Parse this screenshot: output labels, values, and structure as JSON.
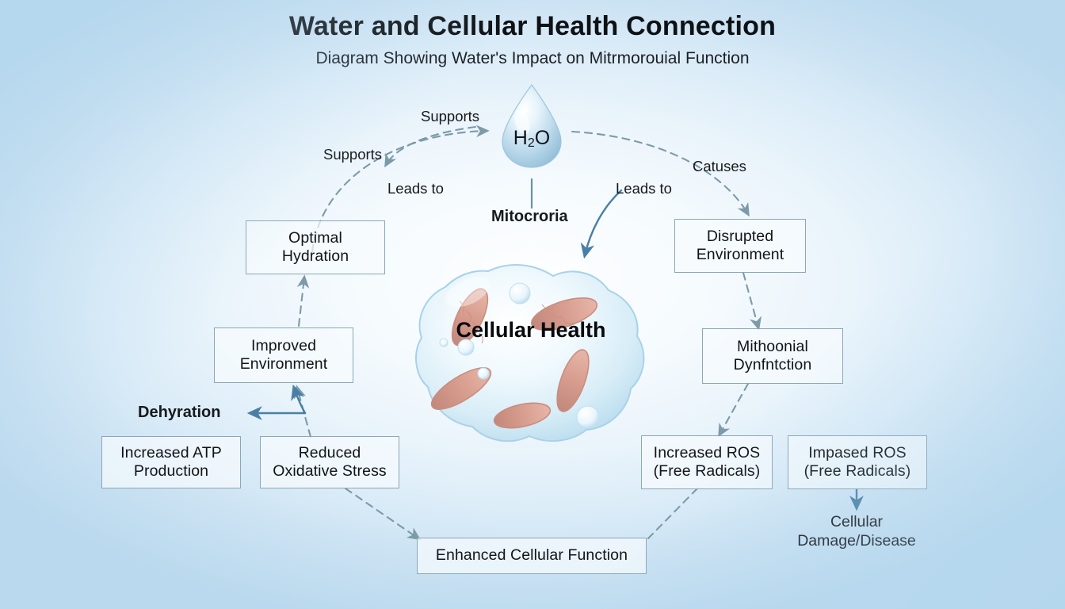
{
  "header": {
    "title": "Water and Cellular Health Connection",
    "subtitle": "Diagram Showing Water's Impact on Mitrmorouial Function"
  },
  "center": {
    "drop_label_pre": "H",
    "drop_label_sub": "2",
    "drop_label_post": "O",
    "drop_icon": "water-drop-icon",
    "cell_icon": "cell-with-mitochondria-icon",
    "cell_label": "Cellular\nHealth",
    "mitochondria_label": "Mitocroria"
  },
  "edge_labels": {
    "supports_outer": "Supports",
    "supports_inner": "Supports",
    "leads_to_left": "Leads to",
    "leads_to_right": "Leads to",
    "causes": "Catuses",
    "dehydration": "Dehyration"
  },
  "nodes": {
    "optimal_hydration": "Optimal\nHydration",
    "improved_environment": "Improved\nEnvironment",
    "increased_atp": "Increased ATP\nProduction",
    "reduced_oxidative_stress": "Reduced\nOxidative Stress",
    "enhanced_cellular_function": "Enhanced Cellular Function",
    "disrupted_environment": "Disrupted\nEnvironment",
    "mitochondrial_dysfunction": "Mithoonial\nDynfntction",
    "increased_ros": "Increased ROS\n(Free Radicals)",
    "impaired_ros": "Impased ROS\n(Free Radicals)"
  },
  "outcome": {
    "cellular_damage": "Cellular\nDamage/Disease"
  },
  "colors": {
    "background_edge": "#bcdcef",
    "background_center": "#fdfeff",
    "node_border": "#8aa7b8",
    "node_fill": "#f7fbfe",
    "dashed_arrow": "#7d9aa8",
    "solid_arrow": "#4a7fa5",
    "text": "#111418",
    "mitochondria": "#d9a092",
    "cell_body": "#dff0f8"
  }
}
